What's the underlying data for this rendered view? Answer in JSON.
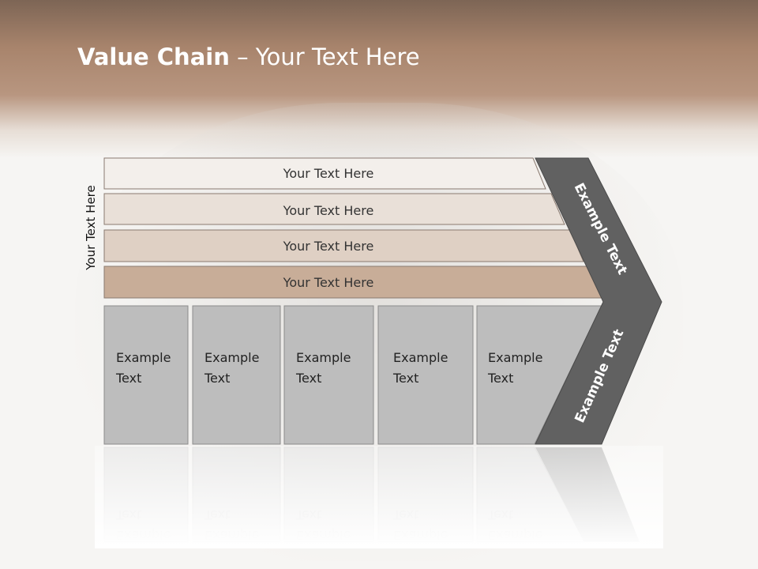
{
  "title": {
    "bold": "Value Chain",
    "rest": " – Your Text Here"
  },
  "side_label": "Your Text Here",
  "bars": [
    {
      "label": "Your Text Here",
      "color": "#f3efeb"
    },
    {
      "label": "Your Text Here",
      "color": "#e9e0d8"
    },
    {
      "label": "Your Text Here",
      "color": "#dfd0c4"
    },
    {
      "label": "Your Text Here",
      "color": "#c8ad98"
    }
  ],
  "boxes": [
    {
      "line1": "Example",
      "line2": "Text"
    },
    {
      "line1": "Example",
      "line2": "Text"
    },
    {
      "line1": "Example",
      "line2": "Text"
    },
    {
      "line1": "Example",
      "line2": "Text"
    },
    {
      "line1": "Example",
      "line2": "Text"
    }
  ],
  "chevron_upper": "Example Text",
  "chevron_lower": "Example Text",
  "colors": {
    "box_fill": "#bdbdbd",
    "chevron_fill": "#616161",
    "header_brown": "#a8846c"
  }
}
